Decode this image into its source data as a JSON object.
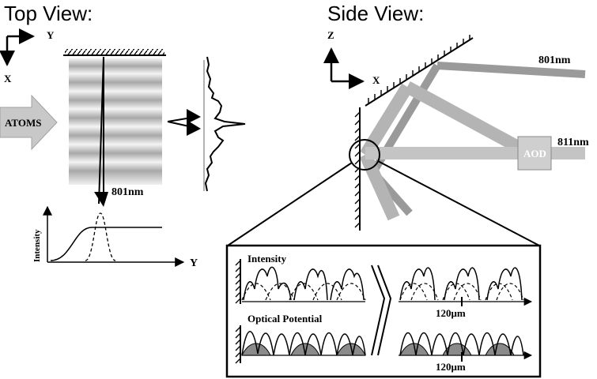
{
  "top_view": {
    "title": "Top View:",
    "axis_y": "Y",
    "axis_x": "X",
    "atoms_label": "ATOMS",
    "beam_label": "801nm",
    "plot_ylabel": "Intensity",
    "plot_xlabel": "Y"
  },
  "side_view": {
    "title": "Side View:",
    "axis_z": "Z",
    "axis_x": "X",
    "beam1_label": "801nm",
    "beam2_label": "811nm",
    "aod_label": "AOD"
  },
  "inset": {
    "intensity_label": "Intensity",
    "potential_label": "Optical Potential",
    "spacing_top": "120μm",
    "spacing_bottom": "120μm"
  },
  "colors": {
    "beam_gray": "#b4b4b4",
    "beam_dark": "#9a9a9a",
    "aod_fill": "#cfcfcf",
    "atoms_arrow": "#c8c8c8",
    "potential_fill": "#8a8a8a"
  }
}
